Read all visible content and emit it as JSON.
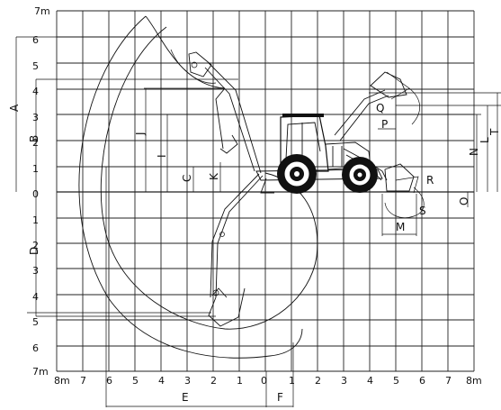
{
  "y_axis": {
    "top_label": "7m",
    "upper_ticks": [
      "6",
      "5",
      "4",
      "3",
      "2",
      "1",
      "0"
    ],
    "lower_ticks": [
      "1",
      "2",
      "3",
      "4",
      "5",
      "6"
    ],
    "bottom_label": "7m"
  },
  "x_axis": {
    "left_label": "8m",
    "ticks": [
      "7",
      "6",
      "5",
      "4",
      "3",
      "2",
      "1",
      "0",
      "1",
      "2",
      "3",
      "4",
      "5",
      "6",
      "7"
    ],
    "right_label": "8m"
  },
  "dimensions": [
    "A",
    "B",
    "C",
    "D",
    "E",
    "F",
    "J",
    "K",
    "I",
    "L",
    "M",
    "N",
    "O",
    "P",
    "Q",
    "R",
    "S",
    "T"
  ]
}
